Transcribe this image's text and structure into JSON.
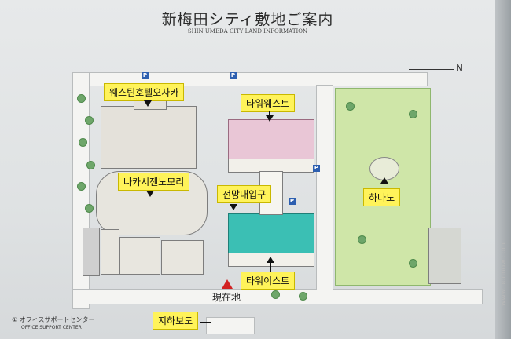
{
  "map": {
    "title": "新梅田シティ敷地ご案内",
    "subtitle": "SHIN UMEDA CITY LAND INFORMATION",
    "north_label": "N",
    "current_location": "現在地",
    "office_support": "① オフィスサポートセンター",
    "office_support_en": "OFFICE SUPPORT CENTER",
    "watermark": "www.bonnow.com"
  },
  "labels": {
    "westin": "웨스틴호텔오사카",
    "tower_west": "타워웨스트",
    "nakashizen": "나카시젠노모리",
    "observatory": "전망대입구",
    "hanano": "하나노",
    "tower_east": "타워이스트",
    "underpass": "지하보도"
  },
  "colors": {
    "label_bg": "#fff35a",
    "tower_west": "#e9c6d6",
    "tower_east": "#3bbfb4",
    "park": "#cfe6a8",
    "hotel": "#e4e1da",
    "here": "#d22222",
    "parking": "#2d5fb0"
  }
}
